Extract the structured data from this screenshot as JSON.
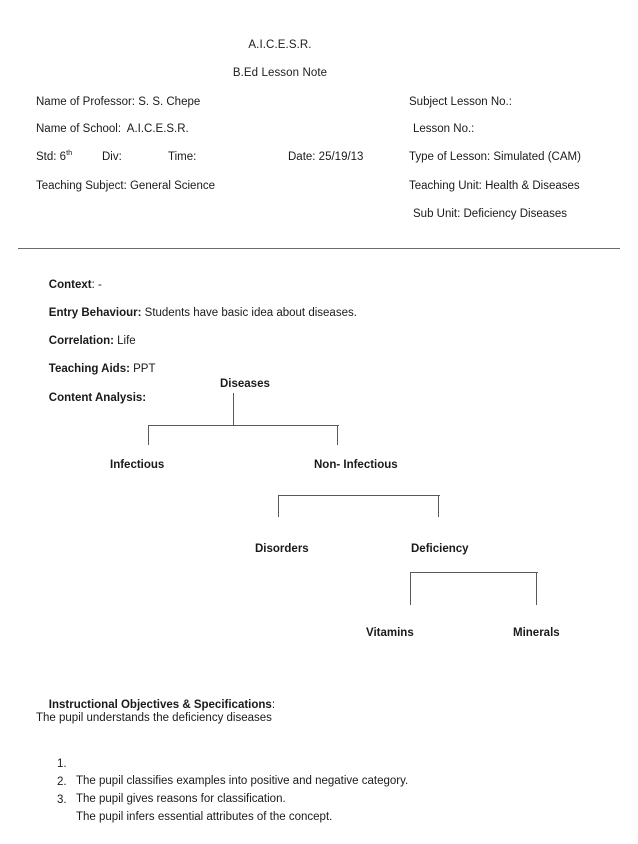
{
  "document": {
    "institution_title": "A.I.C.E.S.R.",
    "subtitle": "B.Ed Lesson Note"
  },
  "info": {
    "professor_label": "Name of Professor: S. S. Chepe",
    "subject_lesson_no_label": "Subject Lesson No.:",
    "school_label": "Name of School:  A.I.C.E.S.R.",
    "lesson_no_label": "Lesson No.:",
    "std_label": "Std: 6",
    "std_sup": "th",
    "div_label": "Div:",
    "time_label": "Time:",
    "date_label": "Date: 25/19/13",
    "type_of_lesson_label": "Type of Lesson: Simulated (CAM)",
    "teaching_subject_label": "Teaching Subject: General Science",
    "teaching_unit_label": "Teaching Unit: Health & Diseases",
    "sub_unit_label": "Sub Unit: Deficiency Diseases"
  },
  "body": {
    "context_key": "Context",
    "context_sep": ": -",
    "entry_behaviour_key": "Entry Behaviour:",
    "entry_behaviour_value": " Students have basic idea about diseases.",
    "correlation_key": "Correlation:",
    "correlation_value": " Life",
    "teaching_aids_key": "Teaching Aids:",
    "teaching_aids_value": " PPT",
    "content_analysis_key": "Content Analysis:"
  },
  "tree": {
    "root": "Diseases",
    "level1": [
      "Infectious",
      "Non- Infectious"
    ],
    "level2": [
      "Disorders",
      "Deficiency"
    ],
    "level3": [
      "Vitamins",
      "Minerals"
    ]
  },
  "objectives": {
    "heading_bold": "Instructional Objectives & Specifications",
    "heading_sep": ":",
    "lead": "The pupil understands the deficiency diseases",
    "items": [
      {
        "num": "1.",
        "text": "The pupil classifies examples into positive and negative category."
      },
      {
        "num": "2.",
        "text": "The pupil gives reasons for classification."
      },
      {
        "num": "3.",
        "text": "The pupil infers essential attributes of the concept."
      }
    ]
  },
  "colors": {
    "text": "#1a1a1a",
    "rule": "#6b6b6b",
    "tree_line": "#555b5e"
  }
}
